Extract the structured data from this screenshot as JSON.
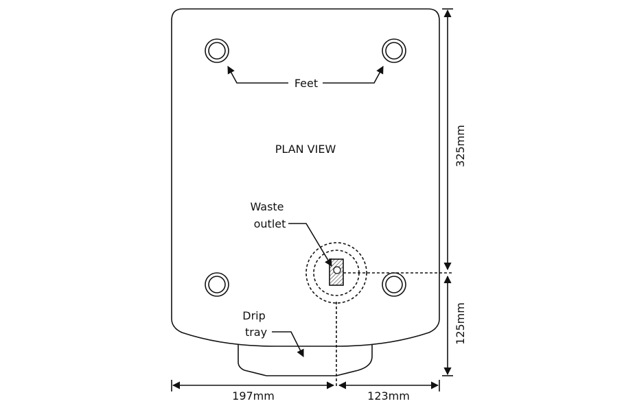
{
  "view_title": "PLAN VIEW",
  "labels": {
    "feet": "Feet",
    "waste_line1": "Waste",
    "waste_line2": "outlet",
    "drip_line1": "Drip",
    "drip_line2": "tray"
  },
  "dimensions": {
    "height_upper": "325mm",
    "height_lower": "125mm",
    "width_left": "197mm",
    "width_right": "123mm"
  }
}
